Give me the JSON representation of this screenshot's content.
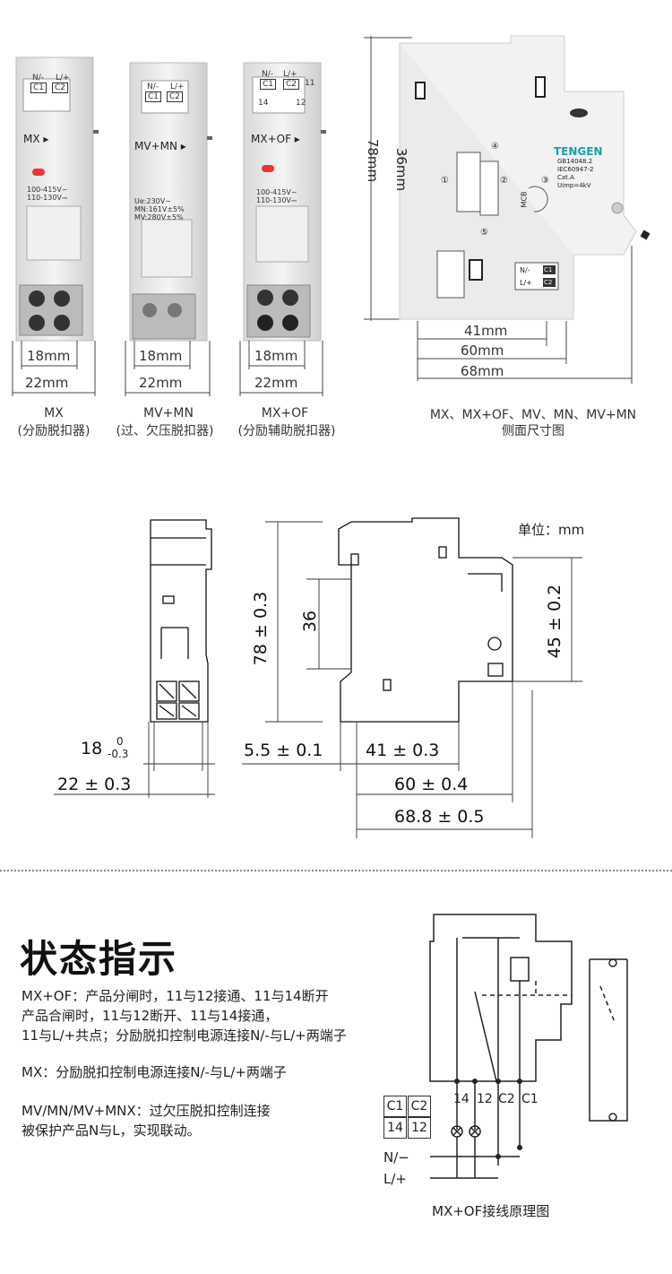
{
  "products": [
    {
      "id": "mx",
      "label": "MX",
      "subtitle": "(分励脱扣器)",
      "face": "MX ▸",
      "terminal_left": "N/-",
      "terminal_right": "L/+",
      "t1": "C1",
      "t2": "C2",
      "specs": [
        "100-415V~",
        "110-130V⎓"
      ],
      "inner": "18mm",
      "outer": "22mm"
    },
    {
      "id": "mvmn",
      "label": "MV+MN",
      "subtitle": "(过、欠压脱扣器)",
      "face": "MV+MN ▸",
      "terminal_left": "N/-",
      "terminal_right": "L/+",
      "t1": "C1",
      "t2": "C2",
      "specs": [
        "Ue:230V~",
        "MN:161V±5%",
        "MV:280V±5%"
      ],
      "inner": "18mm",
      "outer": "22mm"
    },
    {
      "id": "mxof",
      "label": "MX+OF",
      "subtitle": "(分励辅助脱扣器)",
      "face": "MX+OF ▸",
      "terminal_left": "N/-",
      "terminal_right": "L/+",
      "t1": "C1",
      "t2": "C2",
      "t3": "14",
      "t4": "12",
      "t5": "11",
      "specs": [
        "100-415V~",
        "110-130V⎓"
      ],
      "inner": "18mm",
      "outer": "22mm"
    }
  ],
  "side_view": {
    "height_outer": "78mm",
    "height_inner": "36mm",
    "brand": "TENGEN",
    "specs": [
      "GB14048.2",
      "IEC60947-2",
      "Cat.A",
      "Uimp=4kV"
    ],
    "dims": [
      "41mm",
      "60mm",
      "68mm"
    ],
    "mcb": "MCB",
    "steps": [
      "①",
      "②",
      "③",
      "④",
      "⑤"
    ],
    "label_nminus": "N/-",
    "label_lplus": "L/+",
    "c1": "C1",
    "c2": "C2",
    "caption_line1": "MX、MX+OF、MV、MN、MV+MN",
    "caption_line2": "侧面尺寸图"
  },
  "drawing": {
    "unit": "单位：mm",
    "h78": "78 ± 0.3",
    "h36": "36",
    "h45": "45 ± 0.2",
    "w18_main": "18",
    "w18_sup": "0",
    "w18_sub": "-0.3",
    "w22": "22 ± 0.3",
    "w55": "5.5 ± 0.1",
    "w41": "41 ± 0.3",
    "w60": "60 ± 0.4",
    "w688": "68.8 ± 0.5"
  },
  "status": {
    "title": "状态指示",
    "lines_mxof": [
      "MX+OF：产品分闸时，11与12接通、11与14断开",
      "产品合闸时，11与12断开、11与14接通，",
      "11与L/+共点；分励脱扣控制电源连接N/-与L/+两端子"
    ],
    "line_mx": "MX：分励脱扣控制电源连接N/-与L/+两端子",
    "lines_mv": [
      "MV/MN/MV+MNX：过欠压脱扣控制连接",
      "被保护产品N与L，实现联动。"
    ]
  },
  "wiring": {
    "tb": [
      "C1",
      "C2",
      "14",
      "12"
    ],
    "terminals": [
      "14",
      "12",
      "C2",
      "C1"
    ],
    "n_label": "N/−",
    "l_label": "L/+",
    "caption": "MX+OF接线原理图"
  }
}
